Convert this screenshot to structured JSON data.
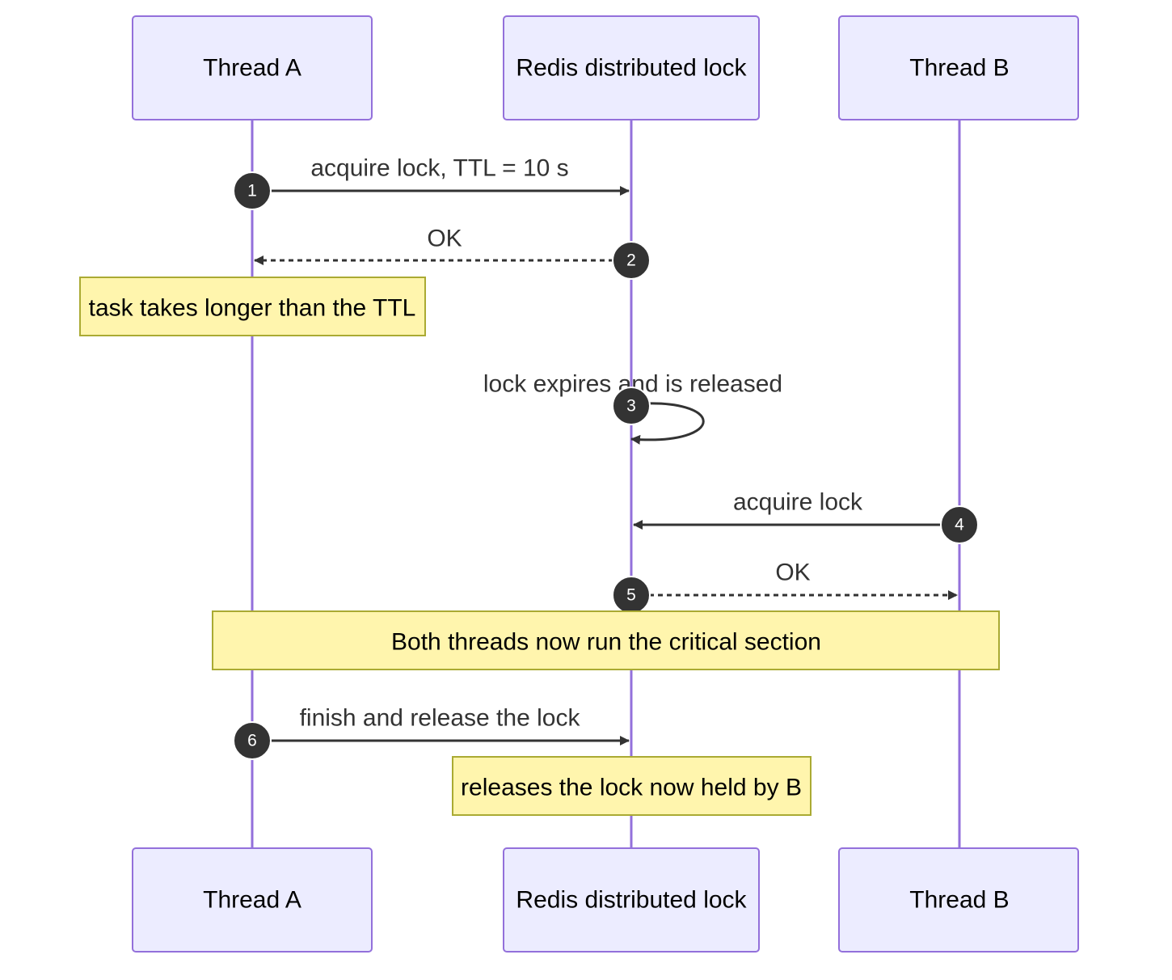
{
  "actors": [
    {
      "id": "thread_a",
      "label": "Thread A"
    },
    {
      "id": "redis_lock",
      "label": "Redis distributed lock"
    },
    {
      "id": "thread_b",
      "label": "Thread B"
    }
  ],
  "messages": [
    {
      "number": "1",
      "from": "thread_a",
      "to": "redis_lock",
      "label": "acquire lock, TTL = 10 s",
      "style": "solid"
    },
    {
      "number": "2",
      "from": "redis_lock",
      "to": "thread_a",
      "label": "OK",
      "style": "dashed"
    },
    {
      "number": "3",
      "from": "redis_lock",
      "to": "redis_lock",
      "label": "lock expires and is released",
      "style": "solid"
    },
    {
      "number": "4",
      "from": "thread_b",
      "to": "redis_lock",
      "label": "acquire lock",
      "style": "solid"
    },
    {
      "number": "5",
      "from": "redis_lock",
      "to": "thread_b",
      "label": "OK",
      "style": "dashed"
    },
    {
      "number": "6",
      "from": "thread_a",
      "to": "redis_lock",
      "label": "finish and release the lock",
      "style": "solid"
    }
  ],
  "notes": [
    {
      "text": "task takes longer than the TTL",
      "over": [
        "thread_a"
      ]
    },
    {
      "text": "Both threads now run the critical section",
      "over": [
        "thread_a",
        "thread_b"
      ]
    },
    {
      "text": "releases the lock now held by B",
      "over": [
        "redis_lock"
      ]
    }
  ],
  "colors": {
    "actor_fill": "#ECECFF",
    "actor_border": "#9370DB",
    "lifeline": "#9370DB",
    "message_line": "#333333",
    "sequence_circle": "#333333",
    "note_fill": "#FFF5AD",
    "note_border": "#AAAA33"
  }
}
